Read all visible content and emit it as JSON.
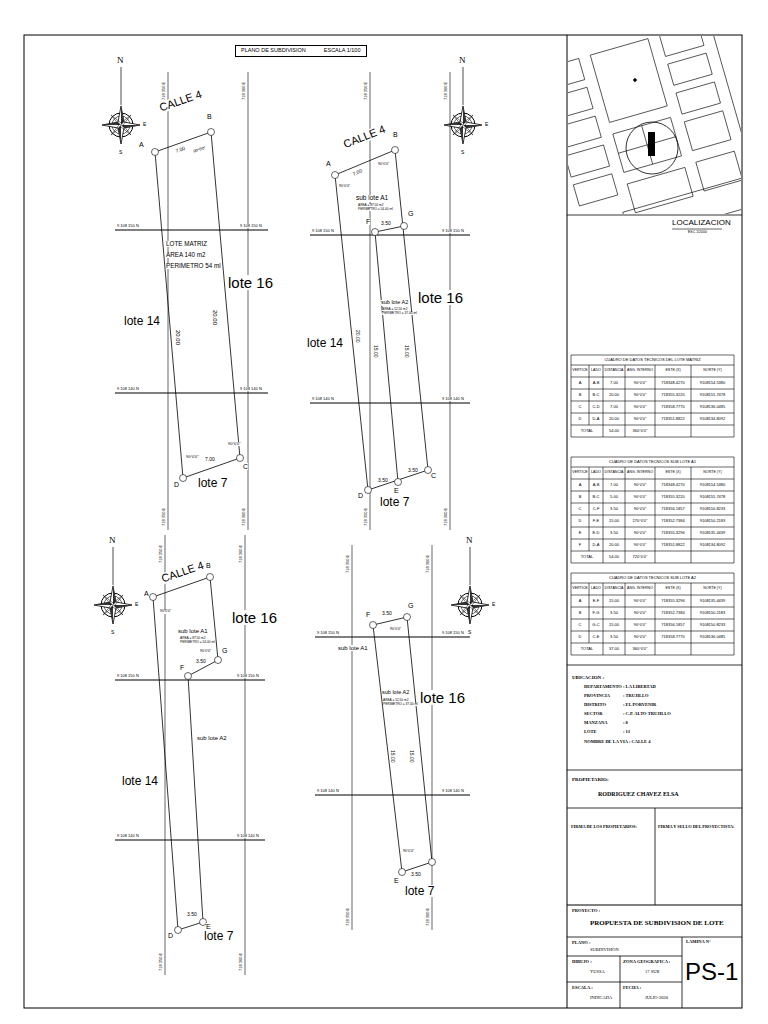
{
  "diagram": {
    "nodes": [
      {
        "text": [
          "PLANO DE SUBDIVISION",
          "ESCALA 1/100"
        ]
      }
    ],
    "labels": [
      "N",
      "S",
      "E",
      "CALLE 4",
      "A",
      "B",
      "C",
      "D",
      "7.00",
      "90°0'0\"",
      "LOTE MATRIZ",
      "AREA 140 m2",
      "PERIMETRO 54 ml",
      "lote 16",
      "lote 14",
      "20.00",
      "20.00",
      "7.00",
      "90°0'0\"",
      "90°0'0\"",
      "lote 7",
      "9 108 150 N",
      "9 108 150 N",
      "9 108 140 N",
      "9 108 140 N",
      "718 350 E",
      "718 360 E",
      "718 350 E",
      "718 360 E",
      "N",
      "S",
      "E",
      "CALLE 4",
      "A",
      "B",
      "C",
      "D",
      "E",
      "F",
      "G",
      "7.00",
      "sub lote A1",
      "AREA = 87.50 m2",
      "PERIMETRO = 54.00 ml",
      "3.50",
      "sub lote A2",
      "AREA = 52.50 m2",
      "PERIMETRO = 37.00 ml",
      "lote 16",
      "lote 14",
      "20.00",
      "15.00",
      "15.00",
      "3.50",
      "3.50",
      "90°0'0\"",
      "90°0'0\"",
      "lote 7",
      "9 108 150 N",
      "9 108 150 N",
      "9 108 140 N",
      "9 108 140 N",
      "718 350 E",
      "718 360 E",
      "718 350 E",
      "718 360 E",
      "N",
      "S",
      "E",
      "CALLE 4",
      "A",
      "B",
      "F",
      "G",
      "D",
      "E",
      "lote 16",
      "sub lote A1",
      "AREA = 87.50 m2",
      "PERIMETRO = 54.00 ml",
      "3.50",
      "sub lote A2",
      "lote 14",
      "3.50",
      "lote 7",
      "90°0'0\"",
      "90°0'0\"",
      "9 108 150 N",
      "9 108 150 N",
      "9 108 140 N",
      "9 108 140 N",
      "718 350 E",
      "718 360 E",
      "718 350 E",
      "718 360 E",
      "N",
      "S",
      "E",
      "F",
      "G",
      "E",
      "3.50",
      "sub lote A1",
      "sub lote A2",
      "AREA = 52.50 m2",
      "PERIMETRO = 37.00 ml",
      "lote 16",
      "15.00",
      "15.00",
      "90°0'0\"",
      "90°0'0\"",
      "3.50",
      "lote 7",
      "9 108 150 N",
      "9 108 150 N",
      "9 108 140 N",
      "9 108 140 N",
      "718 350 E",
      "718 360 E",
      "718 350 E",
      "718 360 E",
      "LOCALIZACION",
      "ESC 1/2000",
      "CUADRO DE DATOS TECNICOS DEL LOTE MATRIZ",
      "VERTICE",
      "LADO",
      "DISTANCIA",
      "ANG. INTERNO",
      "ESTE (X)",
      "NORTE (Y)",
      "A",
      "A-B",
      "7.00",
      "90°0'0\"",
      "718348.4270",
      "9108154.5380",
      "B",
      "B-C",
      "20.00",
      "90°0'0\"",
      "718355.3220",
      "9108155.7478",
      "C",
      "C-D",
      "7.00",
      "90°0'0\"",
      "718358.7770",
      "9108136.0485",
      "D",
      "D-A",
      "20.00",
      "90°0'0\"",
      "718351.8822",
      "9108134.8092",
      "TOTAL",
      "54.00",
      "360°0'0\"",
      "CUADRO DE DATOS TECNICOS SUB LOTE A1",
      "VERTICE",
      "LADO",
      "DISTANCIA",
      "ANG. INTERNO",
      "ESTE (X)",
      "NORTE (Y)",
      "A",
      "A-B",
      "7.00",
      "90°0'0\"",
      "718348.4270",
      "9108154.5380",
      "B",
      "B-C",
      "5.00",
      "90°0'0\"",
      "718355.3220",
      "9108155.7478",
      "C",
      "C-F",
      "3.50",
      "90°0'0\"",
      "718356.1857",
      "9108150.8233",
      "D",
      "F-E",
      "15.00",
      "270°0'0\"",
      "718352.7384",
      "9108150.2183",
      "E",
      "E-D",
      "3.50",
      "90°0'0\"",
      "718355.3296",
      "9108135.4439",
      "F",
      "D-A",
      "20.00",
      "90°0'0\"",
      "718351.8822",
      "9108134.8092",
      "TOTAL",
      "54.00",
      "720°0'0\"",
      "CUADRO DE DATOS TECNICOS SUB LOTE A2",
      "VERTICE",
      "LADO",
      "DISTANCIA",
      "ANG. INTERNO",
      "ESTE (X)",
      "NORTE (Y)",
      "A",
      "E-F",
      "15.00",
      "90°0'0\"",
      "718355.3296",
      "9108135.4439",
      "B",
      "F-G",
      "3.50",
      "90°0'0\"",
      "718352.7384",
      "9108150.2183",
      "C",
      "G-C",
      "15.00",
      "90°0'0\"",
      "718356.1857",
      "9108150.8233",
      "D",
      "C-E",
      "3.50",
      "90°0'0\"",
      "718358.7770",
      "9108136.0485",
      "TOTAL",
      "37.00",
      "360°0'0\"",
      "UBICACION :",
      "DEPARTAMENTO",
      ": LA LIBERTAD",
      "PROVINCIA",
      ": TRUJILLO",
      "DISTRITO",
      ": EL PORVENIR",
      "SECTOR",
      ": C.P. ALTO TRUJILLO",
      "MANZANA",
      ": 8",
      "LOTE",
      ": 13",
      "NOMBRE DE LA VIA : CALLE 4",
      "PROPIETARIO:",
      "RODRIGUEZ CHAVEZ ELSA",
      "FIRMA DE LOS PROPIETARIOS:",
      "FIRMA Y SELLO DEL PROYECTISTA:",
      "PROYECTO :",
      "PROPUESTA DE SUBDIVISION DE LOTE",
      "PLANO :",
      "SUBDIVISION",
      "LAMINA N°",
      "DIBUJO :",
      "YUSSA",
      "ZONA GEOGRAFICA :",
      "17 SUR",
      "ESCALA :",
      "INDICADA",
      "FECHA :",
      "JULIO-2020",
      "PS-1"
    ]
  }
}
